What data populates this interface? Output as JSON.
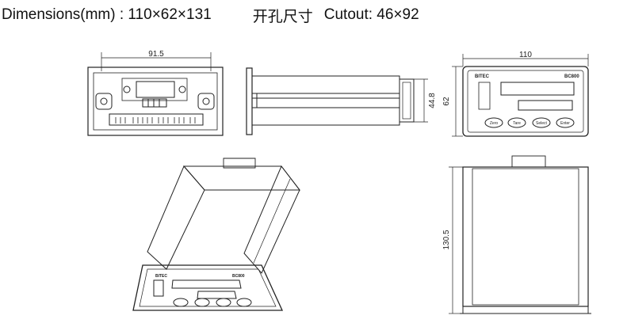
{
  "header": {
    "dimensions_text": "Dimensions(mm) : 110×62×131",
    "cutout_cn": "开孔尺寸",
    "cutout_en": "Cutout: 46×92"
  },
  "back_view": {
    "width_dim": "91.5"
  },
  "side_view": {
    "height_dim": "44.8"
  },
  "front_view": {
    "width_dim": "110",
    "height_dim": "62",
    "brand": "BITEC",
    "model": "BC800",
    "buttons": [
      "Zero",
      "Tare",
      "Select",
      "Enter"
    ]
  },
  "top_view": {
    "depth_dim": "130.5"
  },
  "iso_view": {
    "brand": "BITEC",
    "model": "BC800"
  }
}
